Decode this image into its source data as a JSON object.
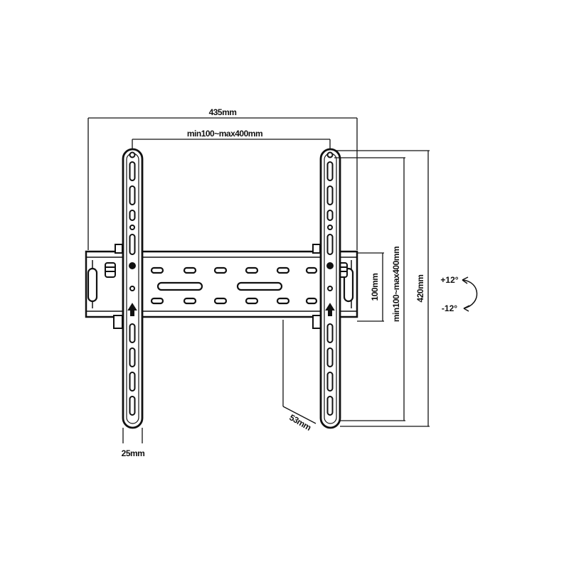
{
  "diagram": {
    "dimensions": {
      "overall_width": "435mm",
      "hole_spacing_horizontal": "min100~max400mm",
      "rail_height": "100mm",
      "hole_spacing_vertical": "min100~max400mm",
      "overall_height": "420mm",
      "wall_depth": "53mm",
      "arm_width": "25mm"
    },
    "tilt": {
      "up": "+12°",
      "down": "-12°"
    },
    "colors": {
      "line": "#111111",
      "background": "#ffffff"
    }
  }
}
